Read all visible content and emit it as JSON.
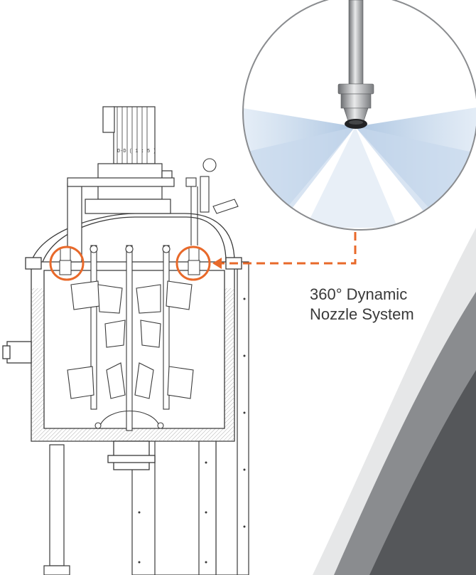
{
  "callout": {
    "line1": "360° Dynamic",
    "line2": "Nozzle System"
  },
  "motor_plate_text": "D-D ( 1 : 5 )",
  "colors": {
    "accent": "#e8692a",
    "line": "#3a3a3a",
    "dark_swoosh": "#55575a",
    "mid_swoosh": "#8a8c8f",
    "light_swoosh": "#e6e7e8",
    "spray": "#b9cfe6"
  },
  "icons": [
    "zoom-circle",
    "callout-arrow",
    "highlight-circle"
  ]
}
